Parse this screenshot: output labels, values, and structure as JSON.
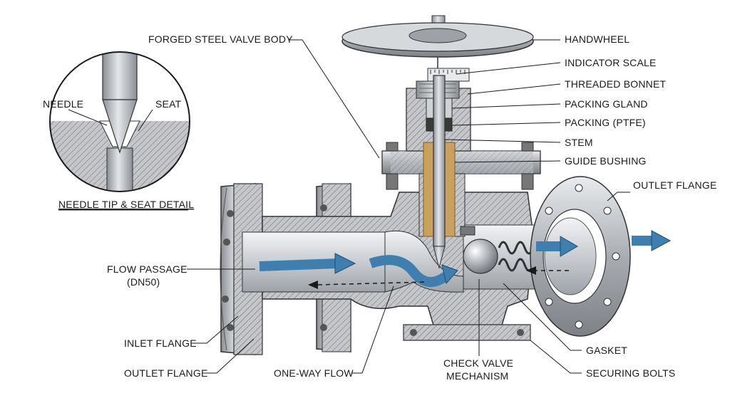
{
  "labels": {
    "forged_body": "FORGED STEEL VALVE BODY",
    "handwheel": "HANDWHEEL",
    "indicator_scale": "INDICATOR SCALE",
    "threaded_bonnet": "THREADED BONNET",
    "packing_gland": "PACKING GLAND",
    "packing": "PACKING (PTFE)",
    "stem": "STEM",
    "guide_bushing": "GUIDE BUSHING",
    "outlet_flange_right": "OUTLET FLANGE",
    "flow_passage_1": "FLOW PASSAGE",
    "flow_passage_2": "(DN50)",
    "inlet_flange": "INLET FLANGE",
    "outlet_flange_left": "OUTLET FLANGE",
    "one_way_flow": "ONE-WAY FLOW",
    "check_valve_1": "CHECK VALVE",
    "check_valve_2": "MECHANISM",
    "gasket": "GASKET",
    "securing_bolts": "SECURING BOLTS"
  },
  "detail": {
    "needle": "NEEDLE",
    "seat": "SEAT",
    "caption": "NEEDLE TIP & SEAT DETAIL"
  },
  "colors": {
    "steel": "#b9bdc2",
    "flow_arrow": "#3f7fb0",
    "bushing": "#c9a15c",
    "hatch": "#6a6a6a"
  }
}
